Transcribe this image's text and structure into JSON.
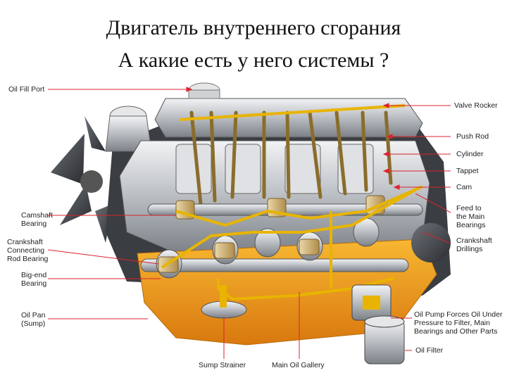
{
  "slide": {
    "title_line1": "Двигатель внутреннего сгорания",
    "title_line2": "А какие есть у него системы ?"
  },
  "labels": {
    "oil_fill_port": "Oil Fill Port",
    "camshaft_bearing": "Camshaft\nBearing",
    "crankshaft_connecting_rod_bearing": "Crankshaft\nConnecting\nRod Bearing",
    "big_end_bearing": "Big-end\nBearing",
    "oil_pan": "Oil Pan\n(Sump)",
    "sump_strainer": "Sump Strainer",
    "main_oil_gallery": "Main Oil Gallery",
    "valve_rocker": "Valve Rocker",
    "push_rod": "Push Rod",
    "cylinder": "Cylinder",
    "tappet": "Tappet",
    "cam": "Cam",
    "feed_to_main_bearings": "Feed to\nthe Main\nBearings",
    "crankshaft_drillings": "Crankshaft\nDrillings",
    "oil_pump_forces": "Oil Pump Forces Oil Under\nPressure to Filter, Main\nBearings and Other Parts",
    "oil_filter": "Oil Filter"
  },
  "colors": {
    "oil_pan": "#f2a31a",
    "oil_line": "#e8b400",
    "engine_metal": "#c9ccd0",
    "leader_line": "#d9232f"
  }
}
